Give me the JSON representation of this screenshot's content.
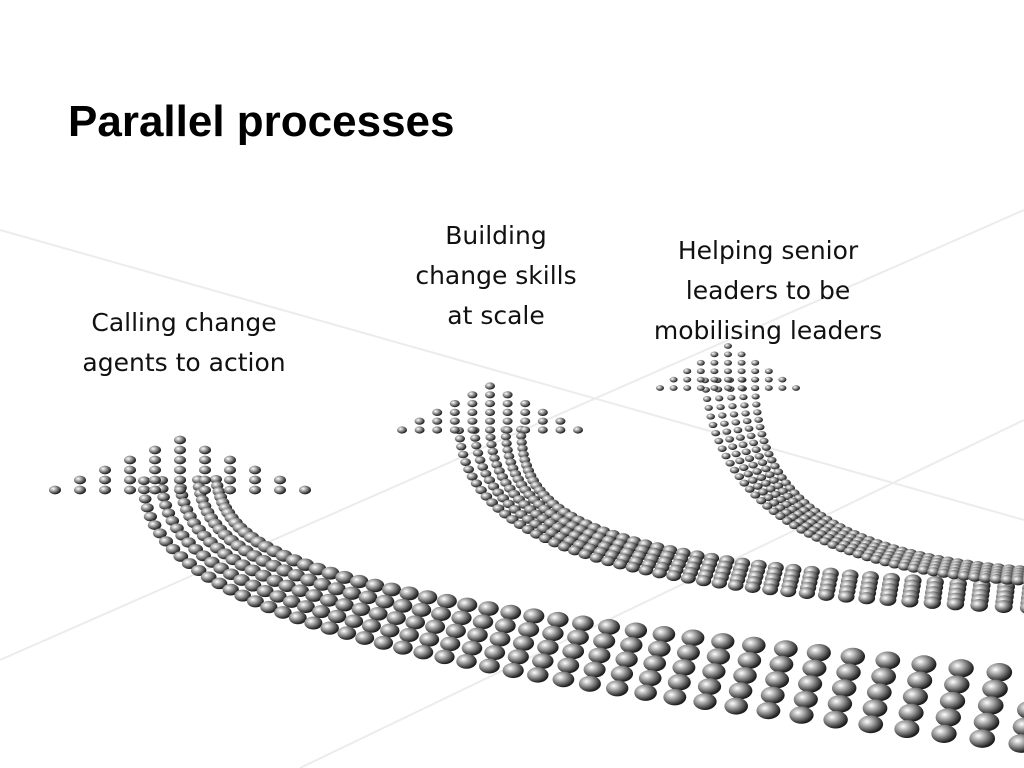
{
  "slide": {
    "title": "Parallel processes",
    "captions": [
      {
        "lines": [
          "Calling change",
          "agents to action"
        ]
      },
      {
        "lines": [
          "Building",
          "change skills",
          "at scale"
        ]
      },
      {
        "lines": [
          "Helping senior",
          "leaders to be",
          "mobilising leaders"
        ]
      }
    ],
    "illustration": {
      "icon": "beaded-arrows-illustration",
      "arrow_count": 3,
      "bead_color": "#555555"
    }
  }
}
